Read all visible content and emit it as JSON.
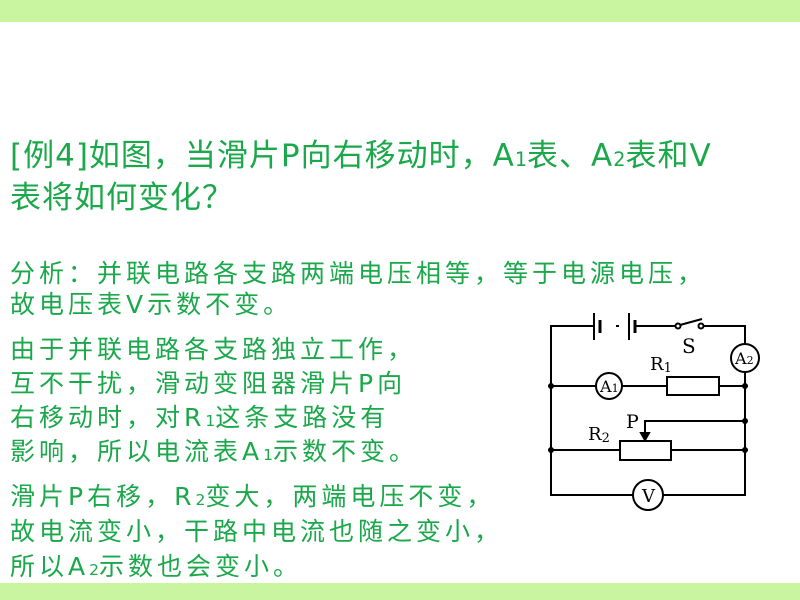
{
  "question": {
    "line1": {
      "a": "[例4]如图，当滑片P向右移动时，A",
      "s1": "1",
      "b": "表、A",
      "s2": "2",
      "c": "表和V"
    },
    "line2": "表将如何变化？"
  },
  "analysis": [
    {
      "a": "分析：并联电路各支路两端电压相等，等于电源电压，"
    },
    {
      "a": "故电压表V示数不变。"
    },
    {
      "a": "由于并联电路各支路独立工作，"
    },
    {
      "a": "互不干扰，滑动变阻器滑片P向"
    },
    {
      "a": "右移动时，对R",
      "s": "1",
      "b": "这条支路没有"
    },
    {
      "a": "影响，所以电流表A",
      "s": "1",
      "b": "示数不变。"
    },
    {
      "a": "滑片P右移，R",
      "s": "2",
      "b": "变大，两端电压不变，"
    },
    {
      "a": "故电流变小，干路中电流也随之变小，"
    },
    {
      "a": "所以A",
      "s": "2",
      "b": "示数也会变小。"
    }
  ],
  "circuit": {
    "switch": "S",
    "r1": "R",
    "r1_sub": "1",
    "r2": "R",
    "r2_sub": "2",
    "slider": "P",
    "a1": "A",
    "a1_sub": "1",
    "a2": "A",
    "a2_sub": "2",
    "v": "V"
  },
  "colors": {
    "bar": "#c9f5a0",
    "text": "#1aa84a"
  }
}
